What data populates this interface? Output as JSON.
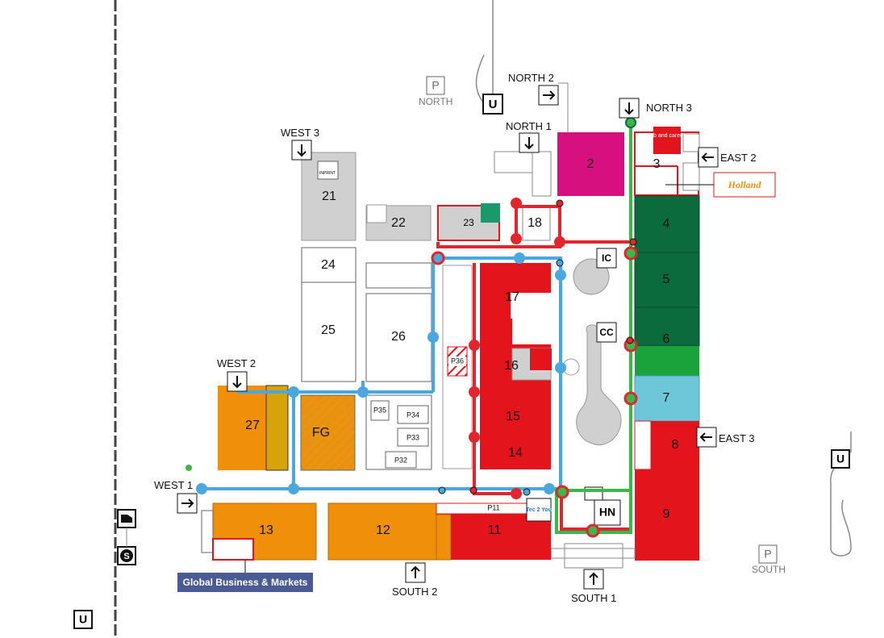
{
  "halls": {
    "h2": "2",
    "h3": "3",
    "h4": "4",
    "h5": "5",
    "h6": "6",
    "h7": "7",
    "h8": "8",
    "h9": "9",
    "h11": "11",
    "h12": "12",
    "h13": "13",
    "h14": "14",
    "h15": "15",
    "h16": "16",
    "h17": "17",
    "h18": "18",
    "h21": "21",
    "h22": "22",
    "h23": "23",
    "h24": "24",
    "h25": "25",
    "h26": "26",
    "h27": "27",
    "fg": "FG"
  },
  "parking_areas": {
    "p11": "P11",
    "p32": "P32",
    "p33": "P33",
    "p34": "P34",
    "p35": "P35",
    "p36": "P36"
  },
  "buildings": {
    "ic": "IC",
    "cc": "CC",
    "hn": "HN"
  },
  "gates": {
    "north1": "NORTH 1",
    "north2": "NORTH 2",
    "north3": "NORTH 3",
    "east2": "EAST 2",
    "east3": "EAST 3",
    "south1": "SOUTH 1",
    "south2": "SOUTH 2",
    "west1": "WEST 1",
    "west2": "WEST 2",
    "west3": "WEST 3"
  },
  "parking": {
    "north": "NORTH",
    "south": "SOUTH",
    "symbol": "P"
  },
  "transit": {
    "ubahn": "U",
    "sbahn": "S"
  },
  "logos": {
    "global_business": "Global Business & Markets",
    "holland": "Holland",
    "tec2you": "Tec 2 You",
    "job_career": "job and career",
    "inprint": "INPRINT"
  },
  "colors": {
    "red": "#e3141b",
    "orange": "#f0900a",
    "dark_green": "#0b6b3c",
    "light_green": "#1aa33a",
    "light_blue": "#6ec6d9",
    "magenta": "#d6117f",
    "gray": "#d0d0d0",
    "route_blue": "#4aa8e0",
    "route_red": "#e3262d",
    "route_green": "#3cb84a"
  }
}
